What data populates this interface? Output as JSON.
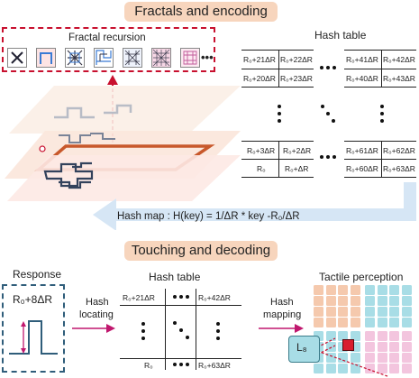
{
  "section1": {
    "title": "Fractals and encoding",
    "fractal_label": "Fractal recursion",
    "ellipsis": "•••",
    "hash_table_title": "Hash table",
    "cells": {
      "r1c1": "R₀+21ΔR",
      "r1c2": "R₀+22ΔR",
      "r1c3": "R₀+41ΔR",
      "r1c4": "R₀+42ΔR",
      "r2c1": "R₀+20ΔR",
      "r2c2": "R₀+23ΔR",
      "r2c3": "R₀+40ΔR",
      "r2c4": "R₀+43ΔR",
      "r3c1": "R₀+3ΔR",
      "r3c2": "R₀+2ΔR",
      "r3c3": "R₀+61ΔR",
      "r3c4": "R₀+62ΔR",
      "r4c1": "R₀",
      "r4c2": "R₀+ΔR",
      "r4c3": "R₀+60ΔR",
      "r4c4": "R₀+63ΔR"
    },
    "hash_map": "Hash map : H(key) = 1/ΔR * key -R₀/ΔR"
  },
  "section2": {
    "title": "Touching and decoding",
    "response_label": "Response",
    "response_value": "R₀+8ΔR",
    "hash_locating": [
      "Hash",
      "locating"
    ],
    "hash_table_title": "Hash table",
    "cells": {
      "tl": "R₀+21ΔR",
      "tr": "R₀+42ΔR",
      "bl": "R₀",
      "br": "R₀+63ΔR"
    },
    "hash_mapping": [
      "Hash",
      "mapping"
    ],
    "tactile_label": "Tactile perception",
    "sensor_label": "L₈"
  },
  "colors": {
    "accent_red": "#c8102e",
    "highlight_pill": "#f7d5bd",
    "quadrant_peach": "#f5c9ad",
    "quadrant_blue": "#a8dde6",
    "quadrant_pink": "#f3c5de",
    "arrow_blue": "#d6e6f5",
    "magenta_arrow": "#c0176e"
  }
}
